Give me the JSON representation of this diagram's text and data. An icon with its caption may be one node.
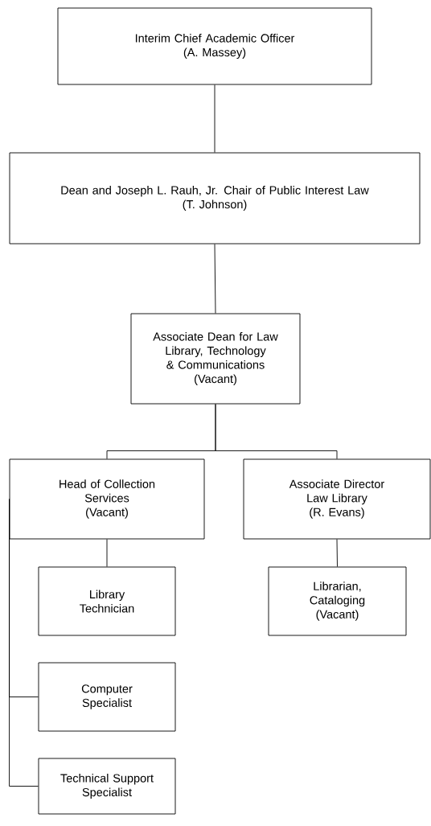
{
  "diagram": {
    "nodes": [
      {
        "text": [
          "Interim Chief Academic Officer",
          "(A. Massey)"
        ]
      },
      {
        "text": [
          "Dean and Joseph L. Rauh, Jr. Chair of Public Interest Law",
          "(T. Johnson)"
        ]
      },
      {
        "text": [
          "Associate Dean for Law Library, Technology & Communications",
          "(Vacant)"
        ]
      },
      {
        "text": [
          "Head of Collection Services",
          "(Vacant)"
        ]
      },
      {
        "text": [
          "Associate Director Law Library",
          "(R. Evans)"
        ]
      },
      {
        "text": [
          "Library Technician"
        ]
      },
      {
        "text": [
          "Librarian, Cataloging",
          "(Vacant)"
        ]
      },
      {
        "text": [
          "Computer Specialist"
        ]
      },
      {
        "text": [
          "Technical Support Specialist"
        ]
      }
    ],
    "edges": [
      {
        "from": 0,
        "to": 1,
        "arrow": "none"
      },
      {
        "from": 1,
        "to": 2,
        "arrow": "none"
      },
      {
        "from": 2,
        "to": 3,
        "arrow": "none"
      },
      {
        "from": 2,
        "to": 4,
        "arrow": "none"
      },
      {
        "from": 3,
        "to": 5,
        "arrow": "none"
      },
      {
        "from": 4,
        "to": 6,
        "arrow": "none"
      },
      {
        "from": 3,
        "to": 7,
        "arrow": "none"
      },
      {
        "from": 3,
        "to": 8,
        "arrow": "none"
      }
    ]
  }
}
